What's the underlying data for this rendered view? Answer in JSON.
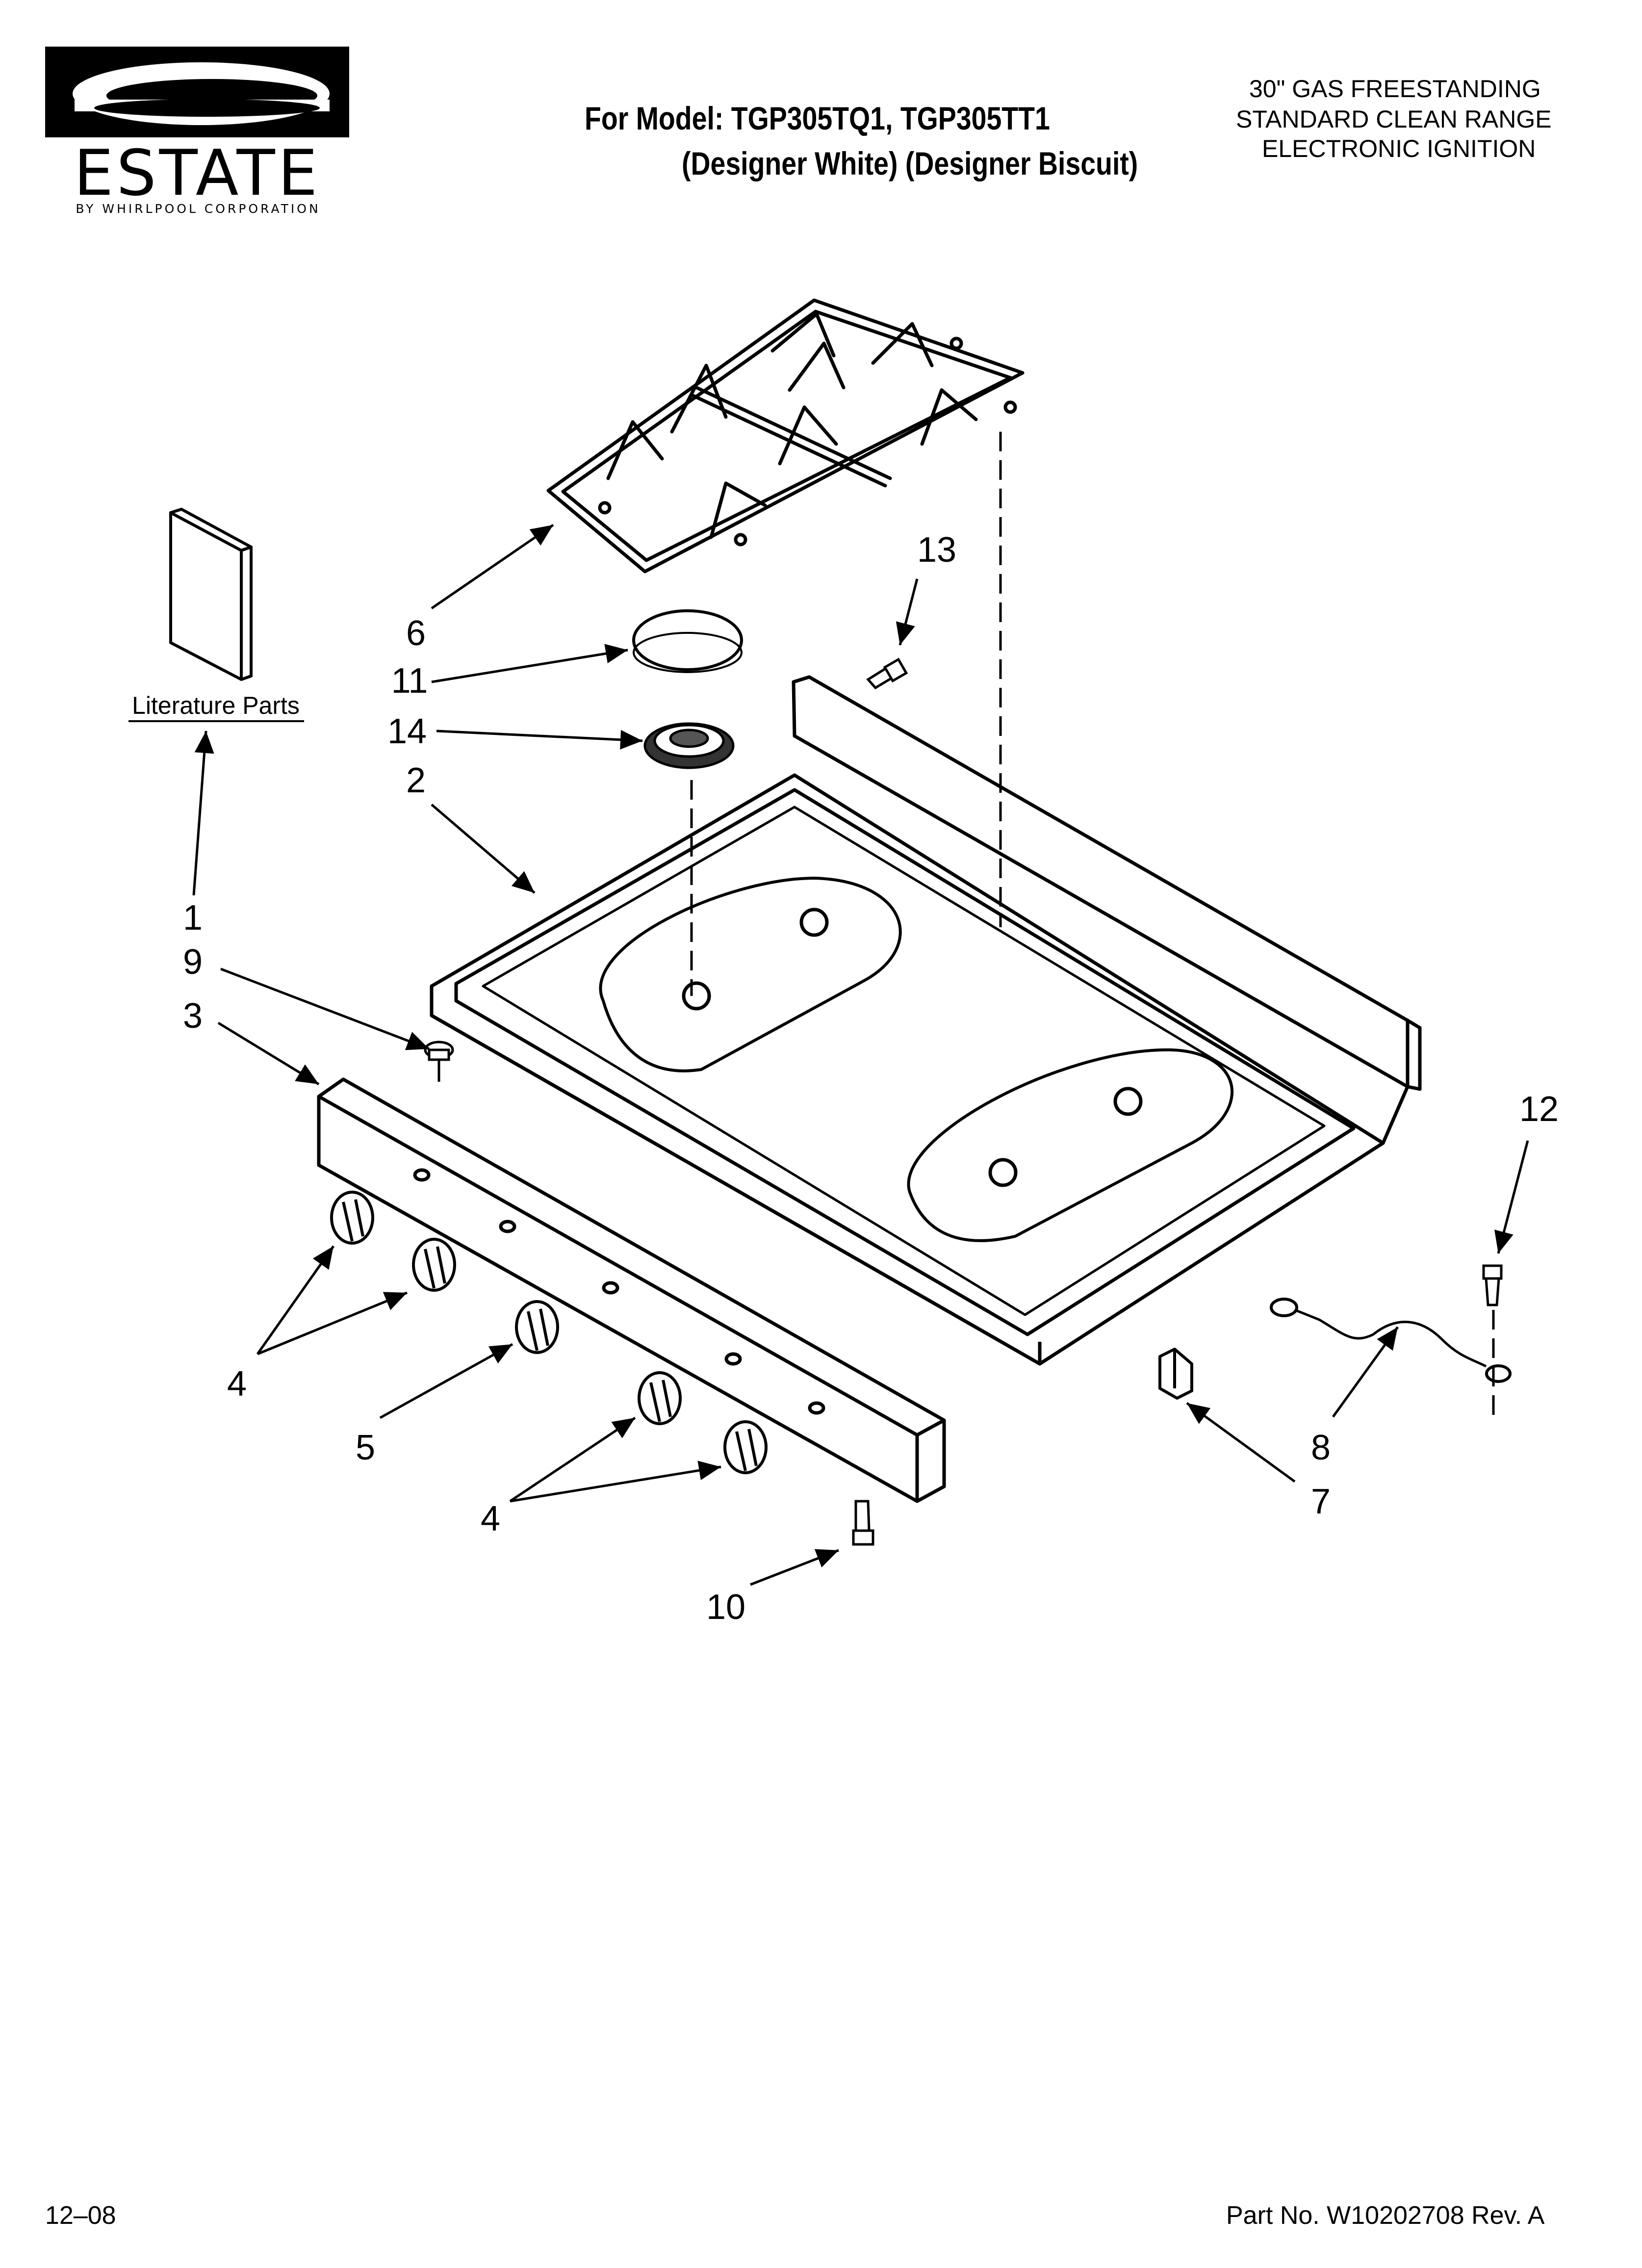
{
  "brand": {
    "name": "ESTATE",
    "tagline": "BY WHIRLPOOL CORPORATION"
  },
  "header": {
    "model_line": "For Model: TGP305TQ1, TGP305TT1",
    "color_line": "(Designer White) (Designer Biscuit)",
    "spec_lines": [
      "30\" GAS FREESTANDING",
      "STANDARD CLEAN RANGE",
      "ELECTRONIC IGNITION"
    ]
  },
  "callouts": {
    "literature": "Literature Parts",
    "n1": "1",
    "n2": "2",
    "n3": "3",
    "n4a": "4",
    "n4b": "4",
    "n5": "5",
    "n6": "6",
    "n7": "7",
    "n8": "8",
    "n9": "9",
    "n10": "10",
    "n11": "11",
    "n12": "12",
    "n13": "13",
    "n14": "14"
  },
  "footer": {
    "date": "12–08",
    "part_number": "Part No. W10202708 Rev. A"
  }
}
